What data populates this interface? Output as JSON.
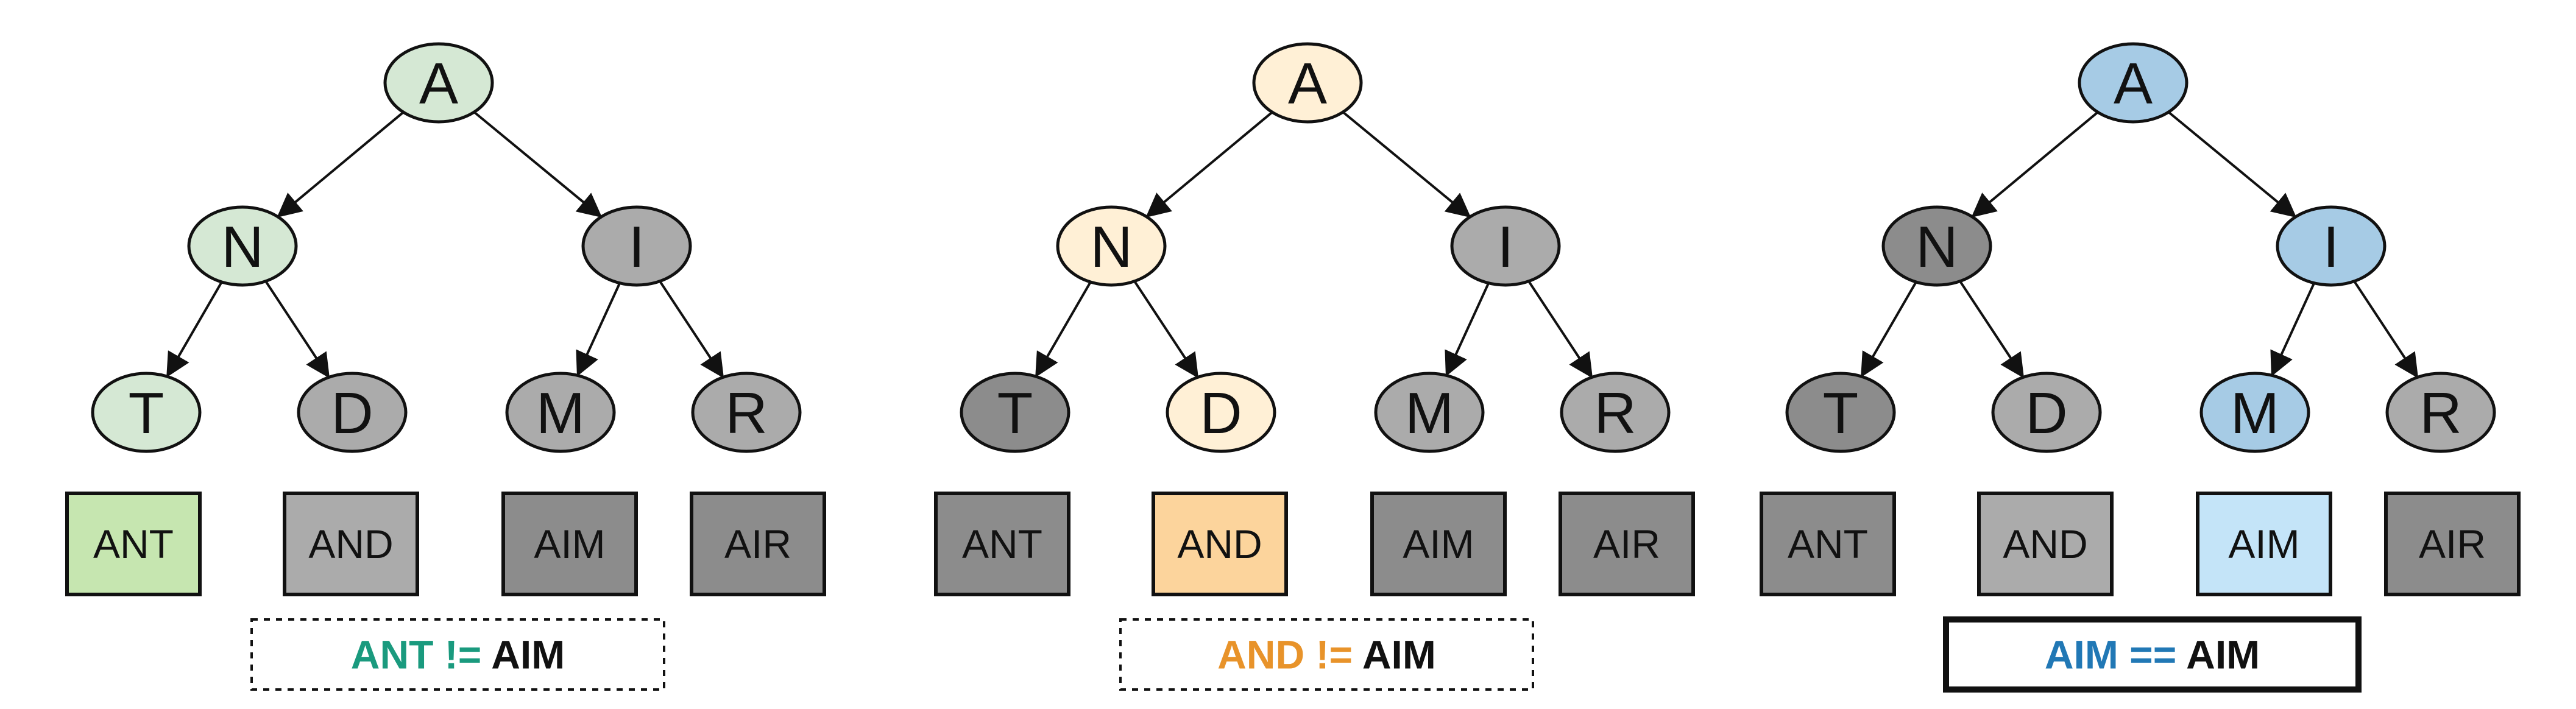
{
  "colors": {
    "stroke": "#111111",
    "edge": "#111111",
    "background": "#ffffff"
  },
  "panels": [
    {
      "nodes": {
        "A": {
          "label": "A",
          "fill": "#d5e8d4"
        },
        "N": {
          "label": "N",
          "fill": "#d5e8d4"
        },
        "I": {
          "label": "I",
          "fill": "#ababab"
        },
        "T": {
          "label": "T",
          "fill": "#d5e8d4"
        },
        "D": {
          "label": "D",
          "fill": "#ababab"
        },
        "M": {
          "label": "M",
          "fill": "#ababab"
        },
        "R": {
          "label": "R",
          "fill": "#ababab"
        }
      },
      "leaves": [
        {
          "label": "ANT",
          "fill": "#c6e6b0"
        },
        {
          "label": "AND",
          "fill": "#ababab"
        },
        {
          "label": "AIM",
          "fill": "#8c8c8c"
        },
        {
          "label": "AIR",
          "fill": "#8c8c8c"
        }
      ],
      "comparison": {
        "left": "ANT",
        "op": "!=",
        "right": "AIM",
        "color": "#1a9a7e",
        "border": "dashed"
      }
    },
    {
      "nodes": {
        "A": {
          "label": "A",
          "fill": "#fff0d6"
        },
        "N": {
          "label": "N",
          "fill": "#fff0d6"
        },
        "I": {
          "label": "I",
          "fill": "#ababab"
        },
        "T": {
          "label": "T",
          "fill": "#8c8c8c"
        },
        "D": {
          "label": "D",
          "fill": "#fff0d6"
        },
        "M": {
          "label": "M",
          "fill": "#ababab"
        },
        "R": {
          "label": "R",
          "fill": "#ababab"
        }
      },
      "leaves": [
        {
          "label": "ANT",
          "fill": "#8c8c8c"
        },
        {
          "label": "AND",
          "fill": "#fcd49c"
        },
        {
          "label": "AIM",
          "fill": "#8c8c8c"
        },
        {
          "label": "AIR",
          "fill": "#8c8c8c"
        }
      ],
      "comparison": {
        "left": "AND",
        "op": "!=",
        "right": "AIM",
        "color": "#e8932a",
        "border": "dashed"
      }
    },
    {
      "nodes": {
        "A": {
          "label": "A",
          "fill": "#a6cbe5"
        },
        "N": {
          "label": "N",
          "fill": "#8c8c8c"
        },
        "I": {
          "label": "I",
          "fill": "#a6cbe5"
        },
        "T": {
          "label": "T",
          "fill": "#8c8c8c"
        },
        "D": {
          "label": "D",
          "fill": "#ababab"
        },
        "M": {
          "label": "M",
          "fill": "#a6cbe5"
        },
        "R": {
          "label": "R",
          "fill": "#ababab"
        }
      },
      "leaves": [
        {
          "label": "ANT",
          "fill": "#8c8c8c"
        },
        {
          "label": "AND",
          "fill": "#ababab"
        },
        {
          "label": "AIM",
          "fill": "#c4e4f8"
        },
        {
          "label": "AIR",
          "fill": "#8c8c8c"
        }
      ],
      "comparison": {
        "left": "AIM",
        "op": "==",
        "right": "AIM",
        "color": "#2178b5",
        "border": "solid"
      }
    }
  ]
}
